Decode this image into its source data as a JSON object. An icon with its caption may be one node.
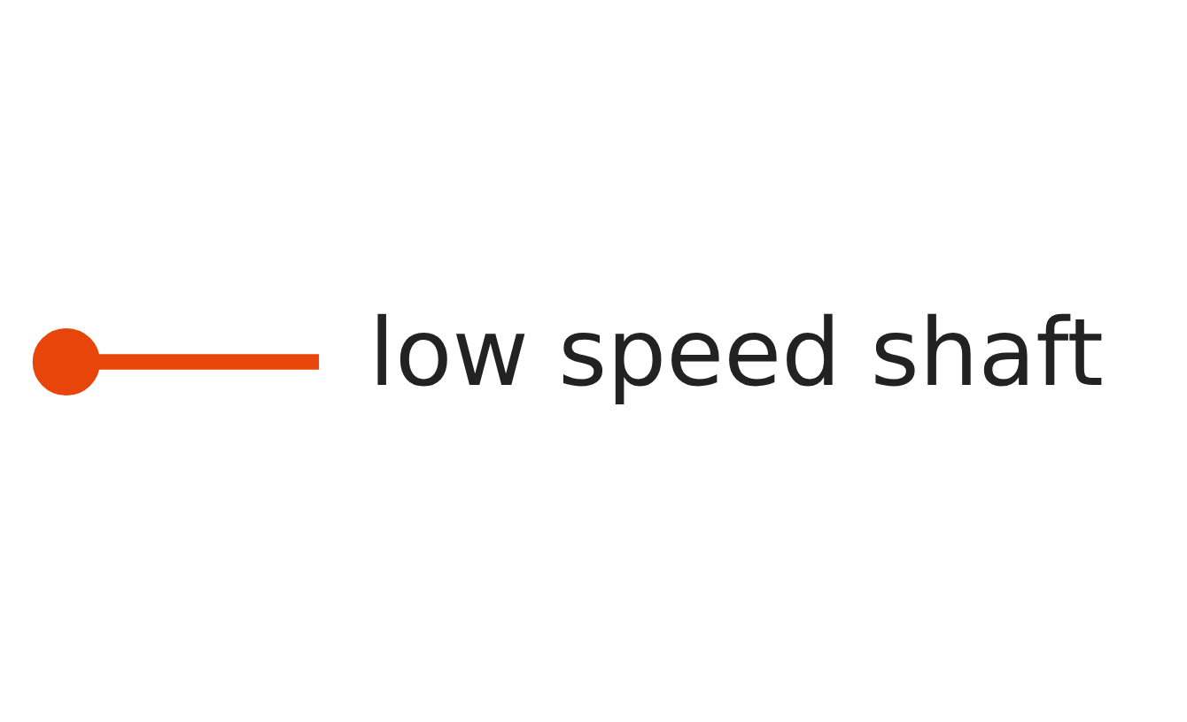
{
  "diagram": {
    "nodes": [
      {
        "text": [
          "low speed shaft"
        ]
      },
      {
        "text": [],
        "shape": "circle"
      }
    ],
    "edges": [
      {
        "from": 0,
        "to": 1,
        "arrow": "none"
      }
    ]
  }
}
